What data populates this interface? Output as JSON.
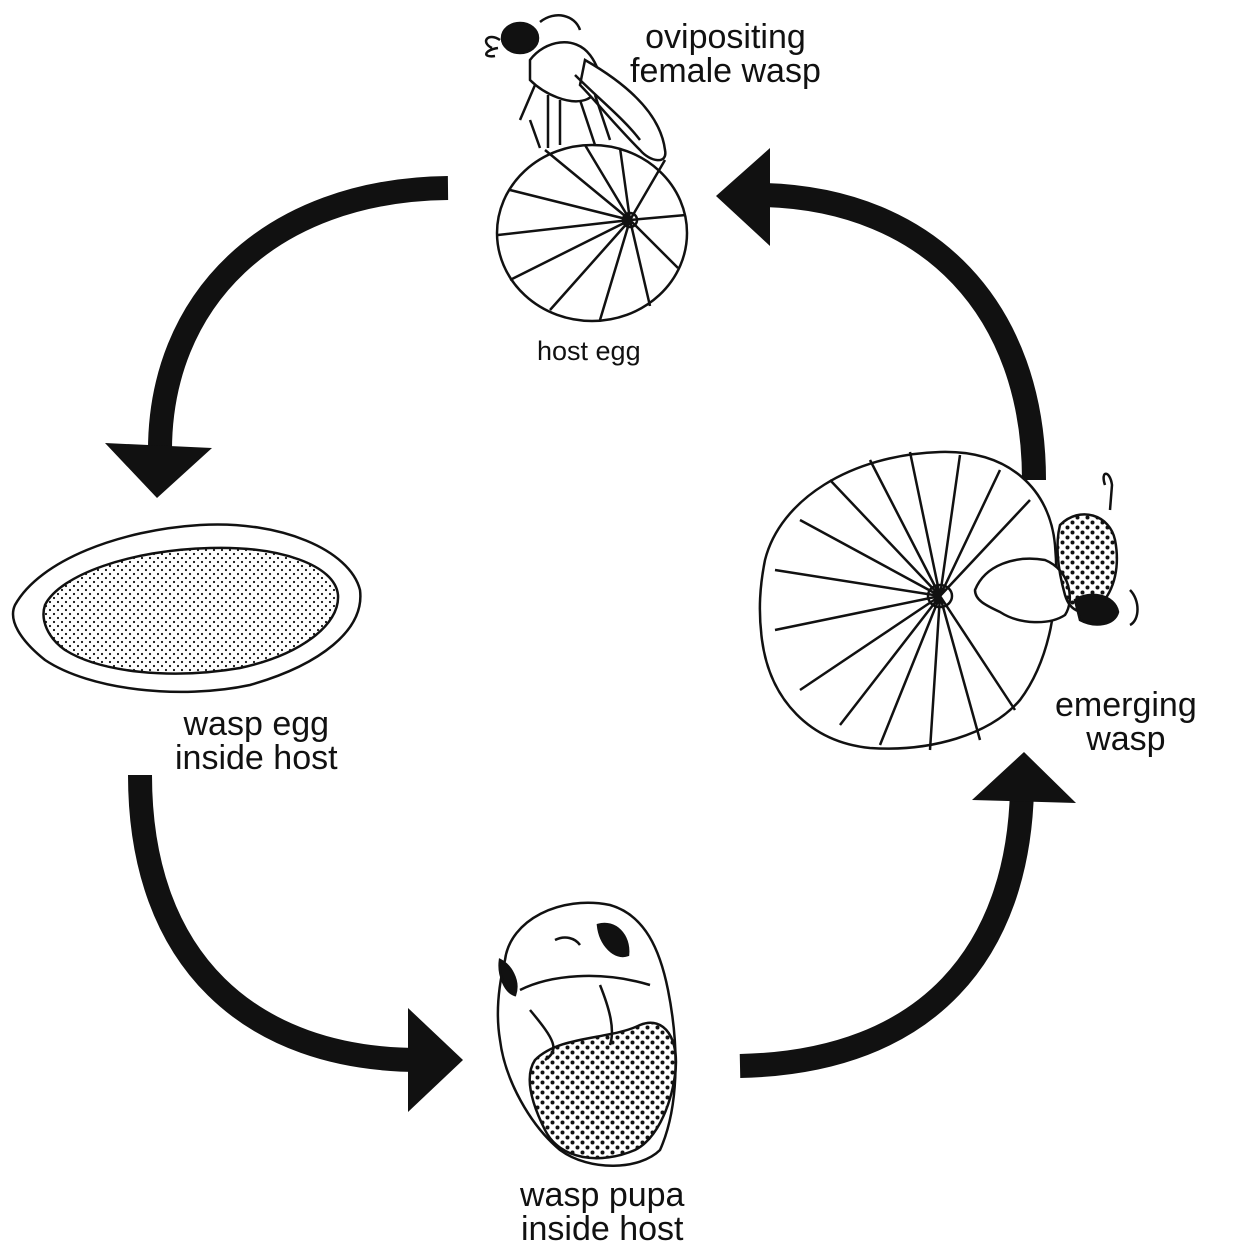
{
  "diagram": {
    "stages": {
      "female_wasp": {
        "line1": "ovipositing",
        "line2": "female  wasp"
      },
      "host_egg": {
        "label": "host egg"
      },
      "wasp_egg": {
        "line1": "wasp   egg",
        "line2": "inside host"
      },
      "wasp_pupa": {
        "line1": "wasp pupa",
        "line2": "inside host"
      },
      "emerging_wasp": {
        "line1": "emerging",
        "line2": "wasp"
      }
    },
    "colors": {
      "ink": "#111111",
      "background": "#ffffff"
    }
  }
}
